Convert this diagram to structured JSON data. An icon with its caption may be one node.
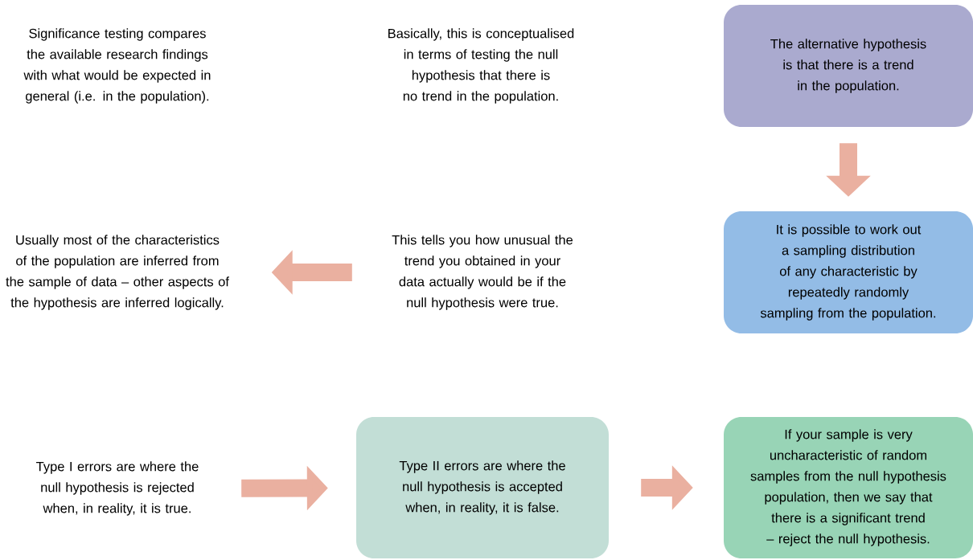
{
  "diagram": {
    "nodes": [
      {
        "text": [
          "Significance testing compares the available research findings with what would be expected in general (i.e. in the population)."
        ]
      },
      {
        "text": [
          "Basically, this is conceptualised in terms of testing the null hypothesis that there is no trend in the population."
        ]
      },
      {
        "text": [
          "The alternative hypothesis is that there is a trend in the population."
        ]
      },
      {
        "text": [
          "It is possible to work out a sampling distribution of any characteristic by repeatedly randomly sampling from the population."
        ]
      },
      {
        "text": [
          "This tells you how unusual the trend you obtained in your data actually would be if the null hypothesis were true."
        ]
      },
      {
        "text": [
          "Usually most of the characteristics of the population are inferred from the sample of data – other aspects of the hypothesis are inferred logically."
        ]
      },
      {
        "text": [
          "Type I errors are where the null hypothesis is rejected when, in reality, it is true."
        ]
      },
      {
        "text": [
          "Type II errors are where the null hypothesis is accepted when, in reality, it is false."
        ]
      },
      {
        "text": [
          "If your sample is very uncharacteristic of random samples from the null  hypothesis population, then we say that there is a significant trend – reject the null hypothesis."
        ]
      }
    ],
    "edges": [
      {
        "from": 2,
        "to": 3,
        "arrow": "to"
      },
      {
        "from": 4,
        "to": 5,
        "arrow": "to"
      },
      {
        "from": 6,
        "to": 7,
        "arrow": "to"
      },
      {
        "from": 7,
        "to": 8,
        "arrow": "to"
      }
    ]
  }
}
